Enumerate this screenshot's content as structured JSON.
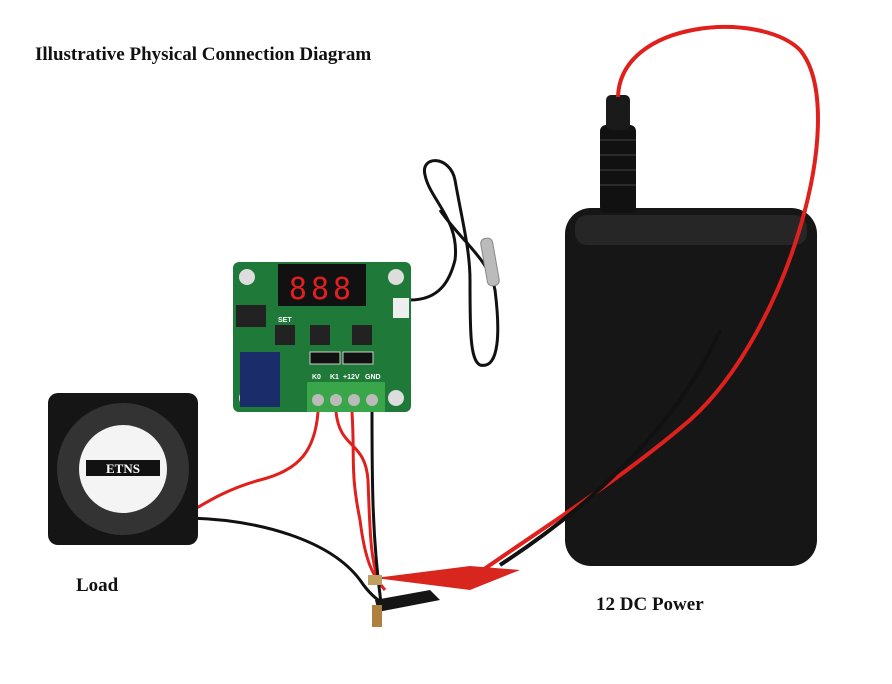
{
  "title": "Illustrative Physical Connection Diagram",
  "labels": {
    "load": "Load",
    "power": "12 DC Power"
  },
  "board": {
    "display": "888",
    "button_label": "SET",
    "terminals": [
      "K0",
      "K1",
      "+12V",
      "GND"
    ]
  },
  "fan": {
    "brand": "ETNS"
  },
  "colors": {
    "pcb": "#1f7a3a",
    "terminal": "#3aa64a",
    "wire_red": "#e0201c",
    "wire_black": "#111111",
    "power_bank": "#151515",
    "clip_red": "#d8261e"
  }
}
